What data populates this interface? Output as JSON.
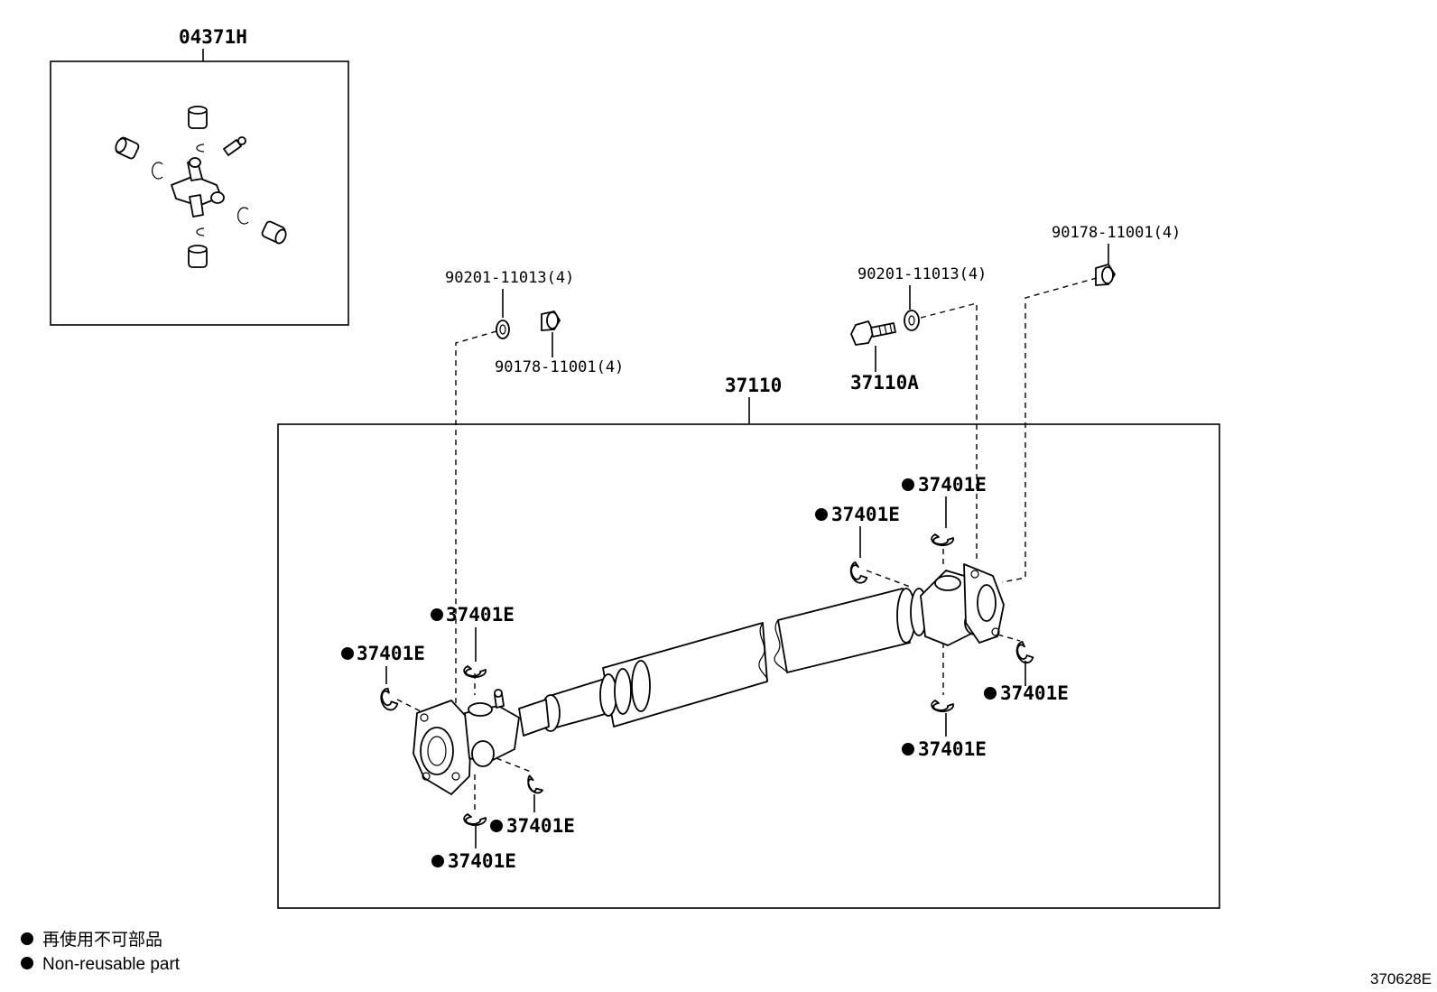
{
  "callouts": {
    "universal_joint_kit": "04371H",
    "propeller_shaft_assy": "37110",
    "bolt": "37110A",
    "washer_left": "90201-11013(4)",
    "washer_right": "90201-11013(4)",
    "nut_left": "90178-11001(4)",
    "nut_right": "90178-11001(4)",
    "snap_ring": "37401E"
  },
  "legend": {
    "japanese": "再使用不可部品",
    "english": "Non-reusable part"
  },
  "diagram_code": "370628E"
}
